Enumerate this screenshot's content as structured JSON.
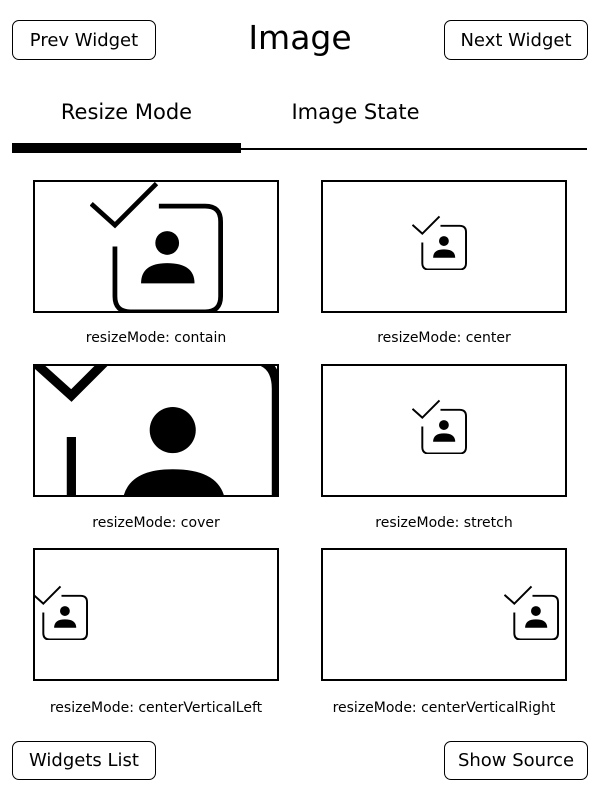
{
  "header": {
    "title": "Image",
    "prev_label": "Prev Widget",
    "next_label": "Next Widget"
  },
  "tabs": [
    {
      "label": "Resize Mode",
      "active": true
    },
    {
      "label": "Image State",
      "active": false
    }
  ],
  "cells": [
    {
      "label": "resizeMode: contain"
    },
    {
      "label": "resizeMode: center"
    },
    {
      "label": "resizeMode: cover"
    },
    {
      "label": "resizeMode: stretch"
    },
    {
      "label": "resizeMode: centerVerticalLeft"
    },
    {
      "label": "resizeMode: centerVerticalRight"
    }
  ],
  "footer": {
    "widgets_list_label": "Widgets List",
    "show_source_label": "Show Source"
  }
}
